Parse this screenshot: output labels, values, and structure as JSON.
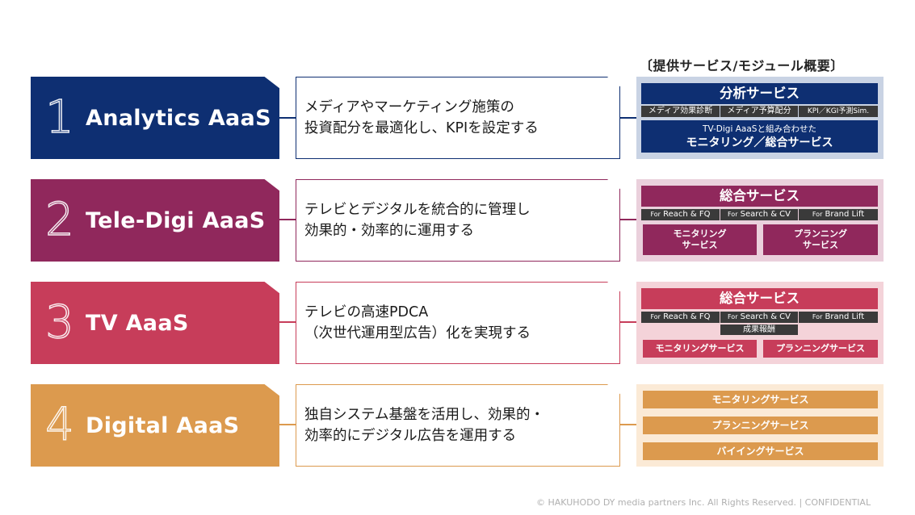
{
  "header": "〔提供サービス/モジュール概要〕",
  "colors": {
    "navy": "#0e2f72",
    "plum": "#90285c",
    "rose": "#c73d5a",
    "gold": "#dc9a4e"
  },
  "rows": [
    {
      "number": "1",
      "name": "Analytics AaaS",
      "desc": "メディアやマーケティング施策の\n投資配分を最適化し、KPIを設定する",
      "panel": {
        "title": "分析サービス",
        "tags": [
          "メディア効果診断",
          "メディア予算配分",
          "KPI／KGI予測Sim."
        ],
        "sub_line1": "TV-Digi AaaSと組み合わせた",
        "sub_line2": "モニタリング／総合サービス"
      }
    },
    {
      "number": "2",
      "name": "Tele-Digi AaaS",
      "desc": "テレビとデジタルを統合的に管理し\n効果的・効率的に運用する",
      "panel": {
        "title": "総合サービス",
        "for": "For",
        "tags": [
          "Reach & FQ",
          "Search & CV",
          "Brand Lift"
        ],
        "box1": "モニタリング\nサービス",
        "box2": "プランニング\nサービス"
      }
    },
    {
      "number": "3",
      "name": "TV AaaS",
      "desc": "テレビの高速PDCA\n（次世代運用型広告）化を実現する",
      "panel": {
        "title": "総合サービス",
        "for": "For",
        "tags": [
          "Reach & FQ",
          "Search & CV",
          "Brand Lift"
        ],
        "extra": "成果報酬",
        "box1": "モニタリングサービス",
        "box2": "プランニングサービス"
      }
    },
    {
      "number": "4",
      "name": "Digital AaaS",
      "desc": "独自システム基盤を活用し、効果的・\n効率的にデジタル広告を運用する",
      "panel": {
        "items": [
          "モニタリングサービス",
          "プランニングサービス",
          "バイイングサービス"
        ]
      }
    }
  ],
  "copyright": "© HAKUHODO DY media partners Inc. All Rights Reserved. | CONFIDENTIAL"
}
